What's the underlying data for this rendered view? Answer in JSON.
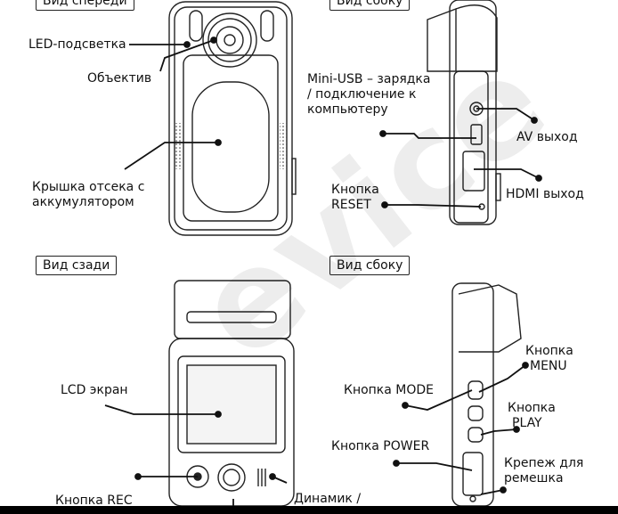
{
  "views": {
    "front": "Вид спереди",
    "side_top": "Вид сбоку",
    "back": "Вид сзади",
    "side_bottom": "Вид сбоку"
  },
  "labels": {
    "led": "LED-подсветка",
    "lens": "Объектив",
    "battery_line1": "Крышка отсека с",
    "battery_line2": "аккумулятором",
    "miniusb_line1": "Mini-USB – зарядка",
    "miniusb_line2": "/ подключение к",
    "miniusb_line3": "компьютеру",
    "av_out": "AV выход",
    "hdmi_out": "HDMI выход",
    "reset_line1": "Кнопка",
    "reset_line2": "RESET",
    "lcd": "LCD экран",
    "rec": "Кнопка REC",
    "speaker": "Динамик /",
    "mode": "Кнопка MODE",
    "power": "Кнопка POWER",
    "menu_line1": "Кнопка",
    "menu_line2": "MENU",
    "play_line1": "Кнопка",
    "play_line2": "PLAY",
    "strap_line1": "Крепеж для",
    "strap_line2": "ремешка"
  },
  "watermark": "evice",
  "colors": {
    "ink": "#111111",
    "outline": "#222222",
    "screen": "#f4f4f4",
    "background": "#ffffff"
  }
}
